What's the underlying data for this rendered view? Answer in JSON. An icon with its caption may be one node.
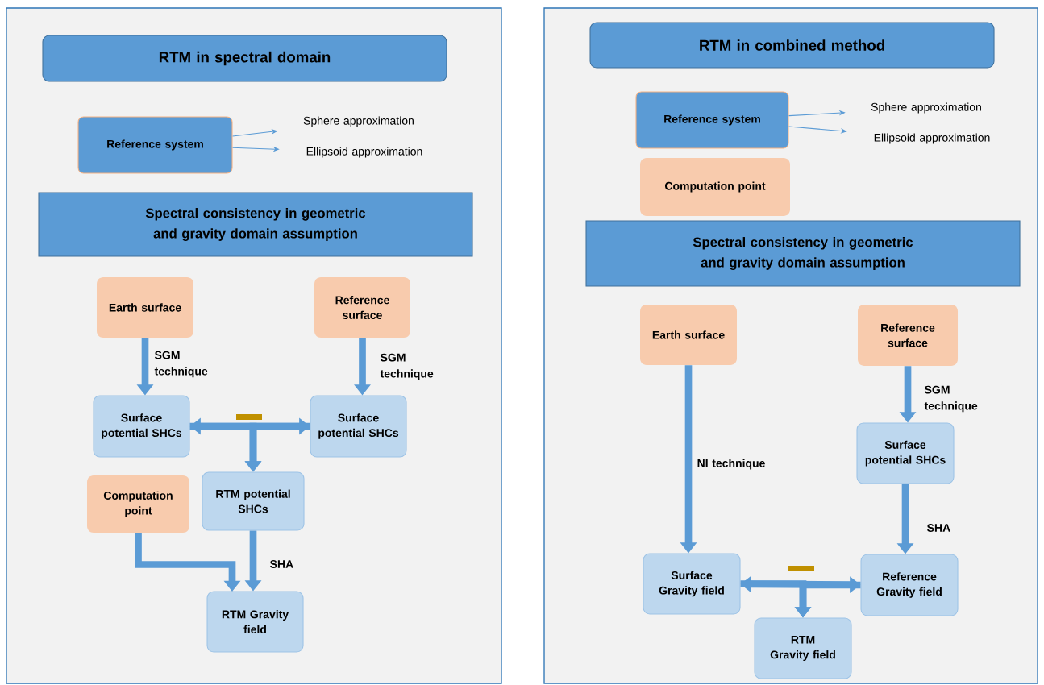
{
  "diagram": {
    "nodes": [
      {
        "text": [],
        "shape": "box"
      },
      {
        "text": [
          "RTM in spectral domain"
        ],
        "in": 0
      },
      {
        "text": [
          "Reference system"
        ],
        "in": 0
      },
      {
        "text": [
          "Sphere approximation"
        ],
        "in": 0
      },
      {
        "text": [
          "Ellipsoid approximation"
        ],
        "in": 0
      },
      {
        "text": [
          "Spectral consistency in geometric and gravity domain assumption"
        ],
        "in": 0
      },
      {
        "text": [
          "Earth surface"
        ],
        "in": 0
      },
      {
        "text": [
          "Reference surface"
        ],
        "in": 0
      },
      {
        "text": [
          "Surface potential SHCs"
        ],
        "in": 0
      },
      {
        "text": [
          "Surface potential SHCs"
        ],
        "in": 0
      },
      {
        "text": [
          "Computation point"
        ],
        "in": 0
      },
      {
        "text": [
          "RTM potential SHCs"
        ],
        "in": 0
      },
      {
        "text": [
          "RTM Gravity field"
        ],
        "in": 0
      },
      {
        "text": [],
        "shape": "box"
      },
      {
        "text": [
          "RTM in combined method"
        ],
        "in": 13
      },
      {
        "text": [
          "Reference system"
        ],
        "in": 13
      },
      {
        "text": [
          "Sphere approximation"
        ],
        "in": 13
      },
      {
        "text": [
          "Ellipsoid approximation"
        ],
        "in": 13
      },
      {
        "text": [
          "Computation point"
        ],
        "in": 13
      },
      {
        "text": [
          "Spectral consistency in geometric and gravity domain assumption"
        ],
        "in": 13
      },
      {
        "text": [
          "Earth surface"
        ],
        "in": 13
      },
      {
        "text": [
          "Reference surface"
        ],
        "in": 13
      },
      {
        "text": [
          "Surface potential SHCs"
        ],
        "in": 13
      },
      {
        "text": [
          "Surface Gravity field"
        ],
        "in": 13
      },
      {
        "text": [
          "Reference Gravity field"
        ],
        "in": 13
      },
      {
        "text": [
          "RTM Gravity field"
        ],
        "in": 13
      }
    ],
    "edges": [
      {
        "from": 2,
        "to": 3,
        "arrow": "to"
      },
      {
        "from": 2,
        "to": 4,
        "arrow": "to"
      },
      {
        "from": 6,
        "to": 8,
        "arrow": "to",
        "label": "SGM technique"
      },
      {
        "from": 7,
        "to": 9,
        "arrow": "to",
        "label": "SGM technique"
      },
      {
        "from": 8,
        "to": 9,
        "arrow": "both"
      },
      {
        "from": 8,
        "to": 11,
        "arrow": "to"
      },
      {
        "from": 9,
        "to": 11,
        "arrow": "to"
      },
      {
        "from": 10,
        "to": 12,
        "arrow": "to"
      },
      {
        "from": 11,
        "to": 12,
        "arrow": "to",
        "label": "SHA"
      },
      {
        "from": 15,
        "to": 16,
        "arrow": "to"
      },
      {
        "from": 15,
        "to": 17,
        "arrow": "to"
      },
      {
        "from": 20,
        "to": 23,
        "arrow": "to",
        "label": "NI technique"
      },
      {
        "from": 21,
        "to": 22,
        "arrow": "to",
        "label": "SGM technique"
      },
      {
        "from": 22,
        "to": 24,
        "arrow": "to",
        "label": "SHA"
      },
      {
        "from": 23,
        "to": 24,
        "arrow": "both"
      },
      {
        "from": 23,
        "to": 25,
        "arrow": "to"
      },
      {
        "from": 24,
        "to": 25,
        "arrow": "to"
      }
    ]
  }
}
